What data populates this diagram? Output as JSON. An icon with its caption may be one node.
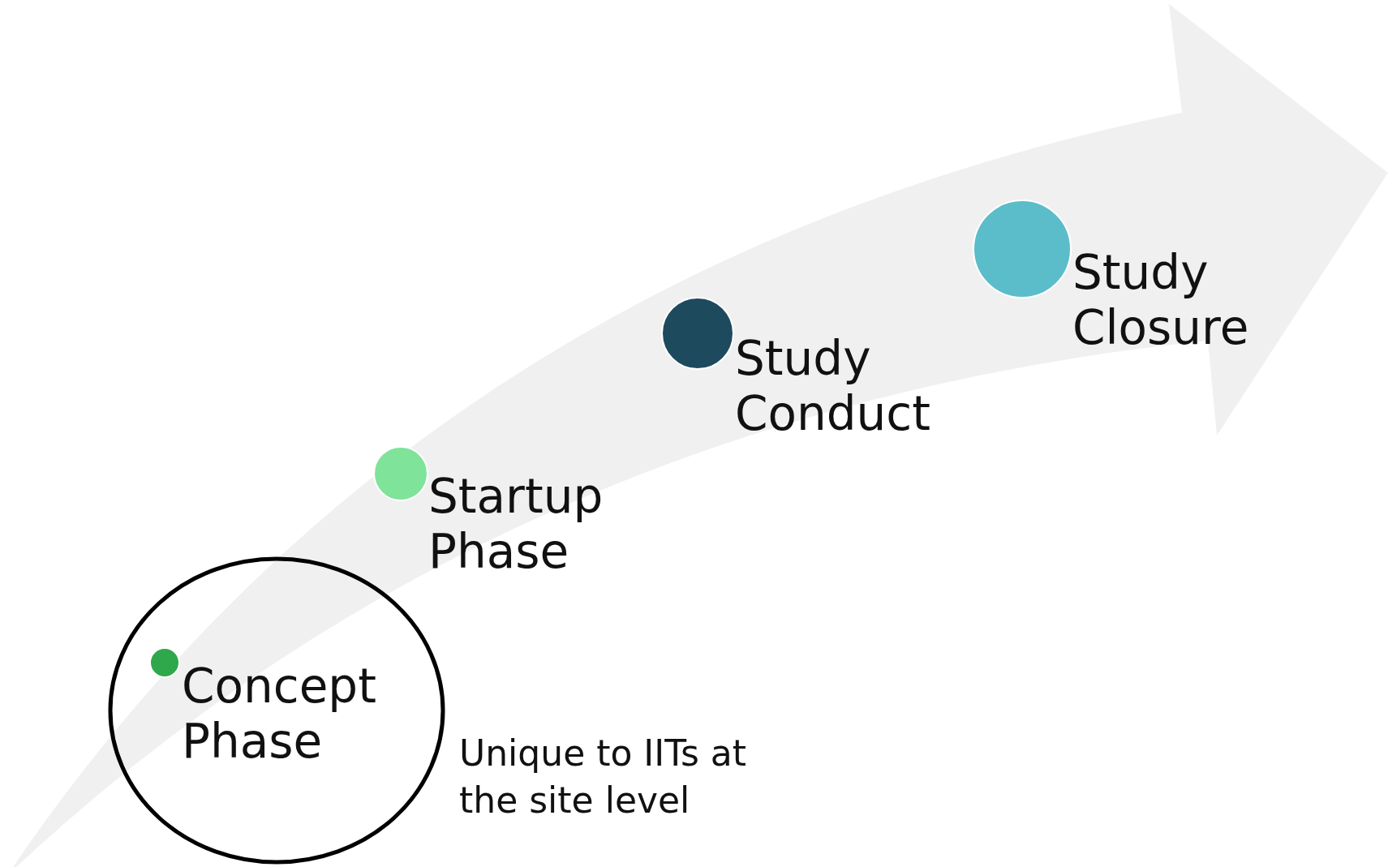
{
  "diagram": {
    "nodes": [
      {
        "text": [],
        "shape": "circle"
      },
      {
        "text": [],
        "shape": "circle",
        "beside": [
          "Concept Phase"
        ],
        "in": 0
      },
      {
        "text": [],
        "shape": "circle",
        "beside": [
          "Startup Phase"
        ]
      },
      {
        "text": [],
        "shape": "circle",
        "beside": [
          "Study Conduct"
        ]
      },
      {
        "text": [],
        "shape": "circle",
        "beside": [
          "Study Closure"
        ]
      }
    ],
    "labels": [
      "Unique to IITs at the site level"
    ]
  }
}
